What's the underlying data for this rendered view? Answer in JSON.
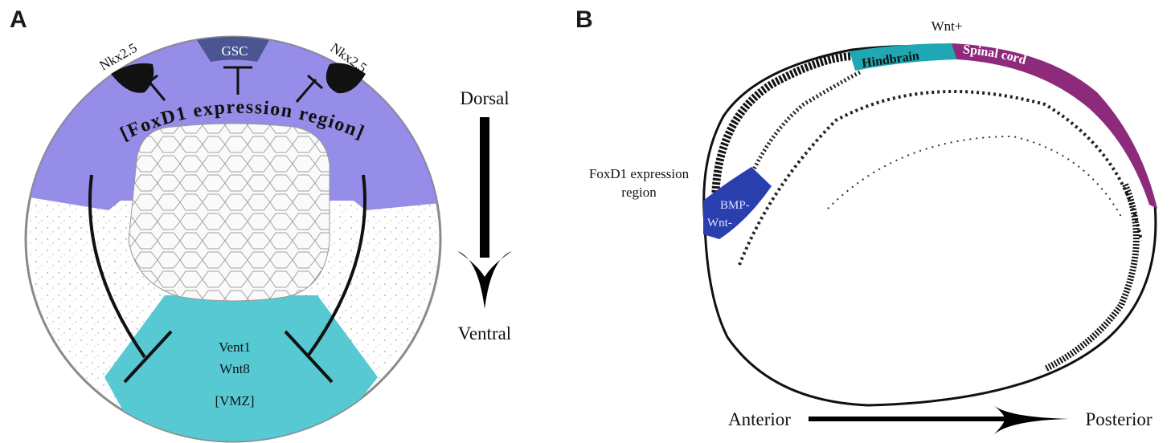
{
  "panels": {
    "a": {
      "letter": "A",
      "labels": {
        "gsc": "GSC",
        "nkx_left": "Nkx2.5",
        "nkx_right": "Nkx2.5",
        "foxd1_region": "[FoxD1 expression region]",
        "vent1": "Vent1",
        "wnt8": "Wnt8",
        "vmz": "[VMZ]"
      },
      "axis": {
        "start": "Dorsal",
        "end": "Ventral",
        "direction": "down"
      },
      "colors": {
        "foxd1_region": "#8f87e6",
        "gsc": "#4a5591",
        "nkx": "#111111",
        "vmz": "#56c9d2"
      }
    },
    "b": {
      "letter": "B",
      "labels": {
        "wnt_plus": "Wnt+",
        "hindbrain": "Hindbrain",
        "spinal_cord": "Spinal cord",
        "foxd1_line1": "FoxD1 expression",
        "foxd1_line2": "region",
        "bmp_minus": "BMP-",
        "wnt_minus": "Wnt-"
      },
      "axis": {
        "start": "Anterior",
        "end": "Posterior",
        "direction": "right"
      },
      "colors": {
        "hindbrain": "#1fa8b4",
        "spinal_cord": "#8e2a7c",
        "foxd1_region": "#2a3fae"
      }
    }
  }
}
